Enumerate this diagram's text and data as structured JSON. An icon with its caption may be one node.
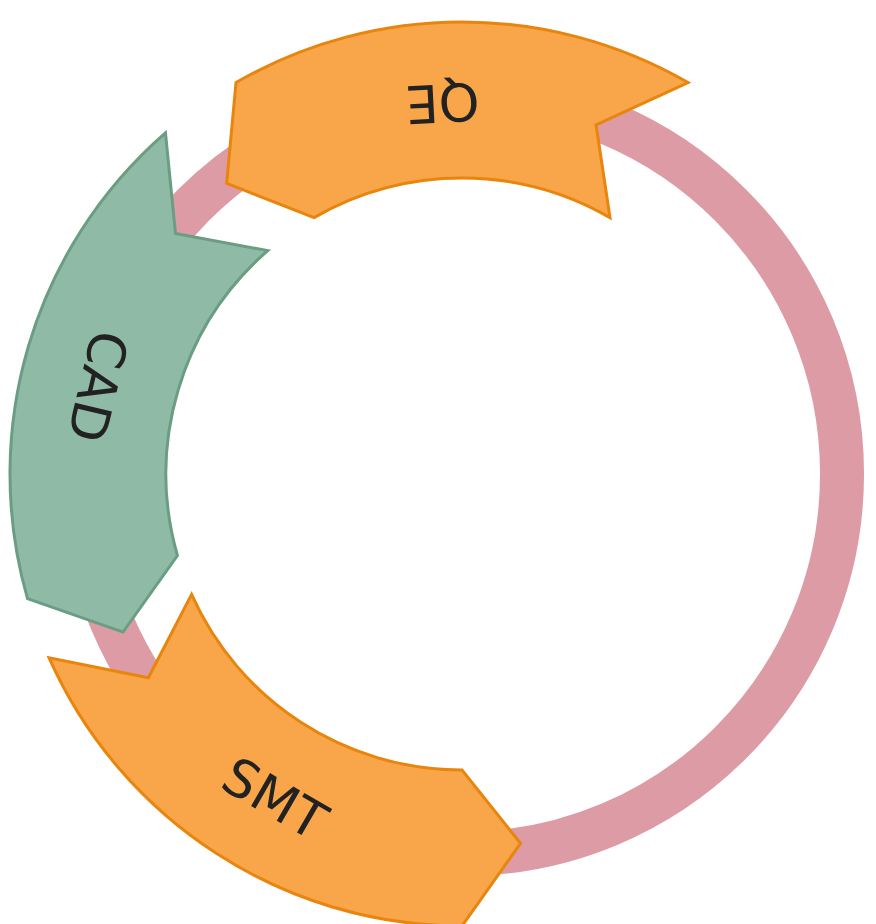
{
  "diagram": {
    "nodes": [
      {
        "text": [
          "QE"
        ]
      },
      {
        "text": [
          "CAD"
        ]
      },
      {
        "text": [
          "SMT"
        ]
      }
    ]
  }
}
